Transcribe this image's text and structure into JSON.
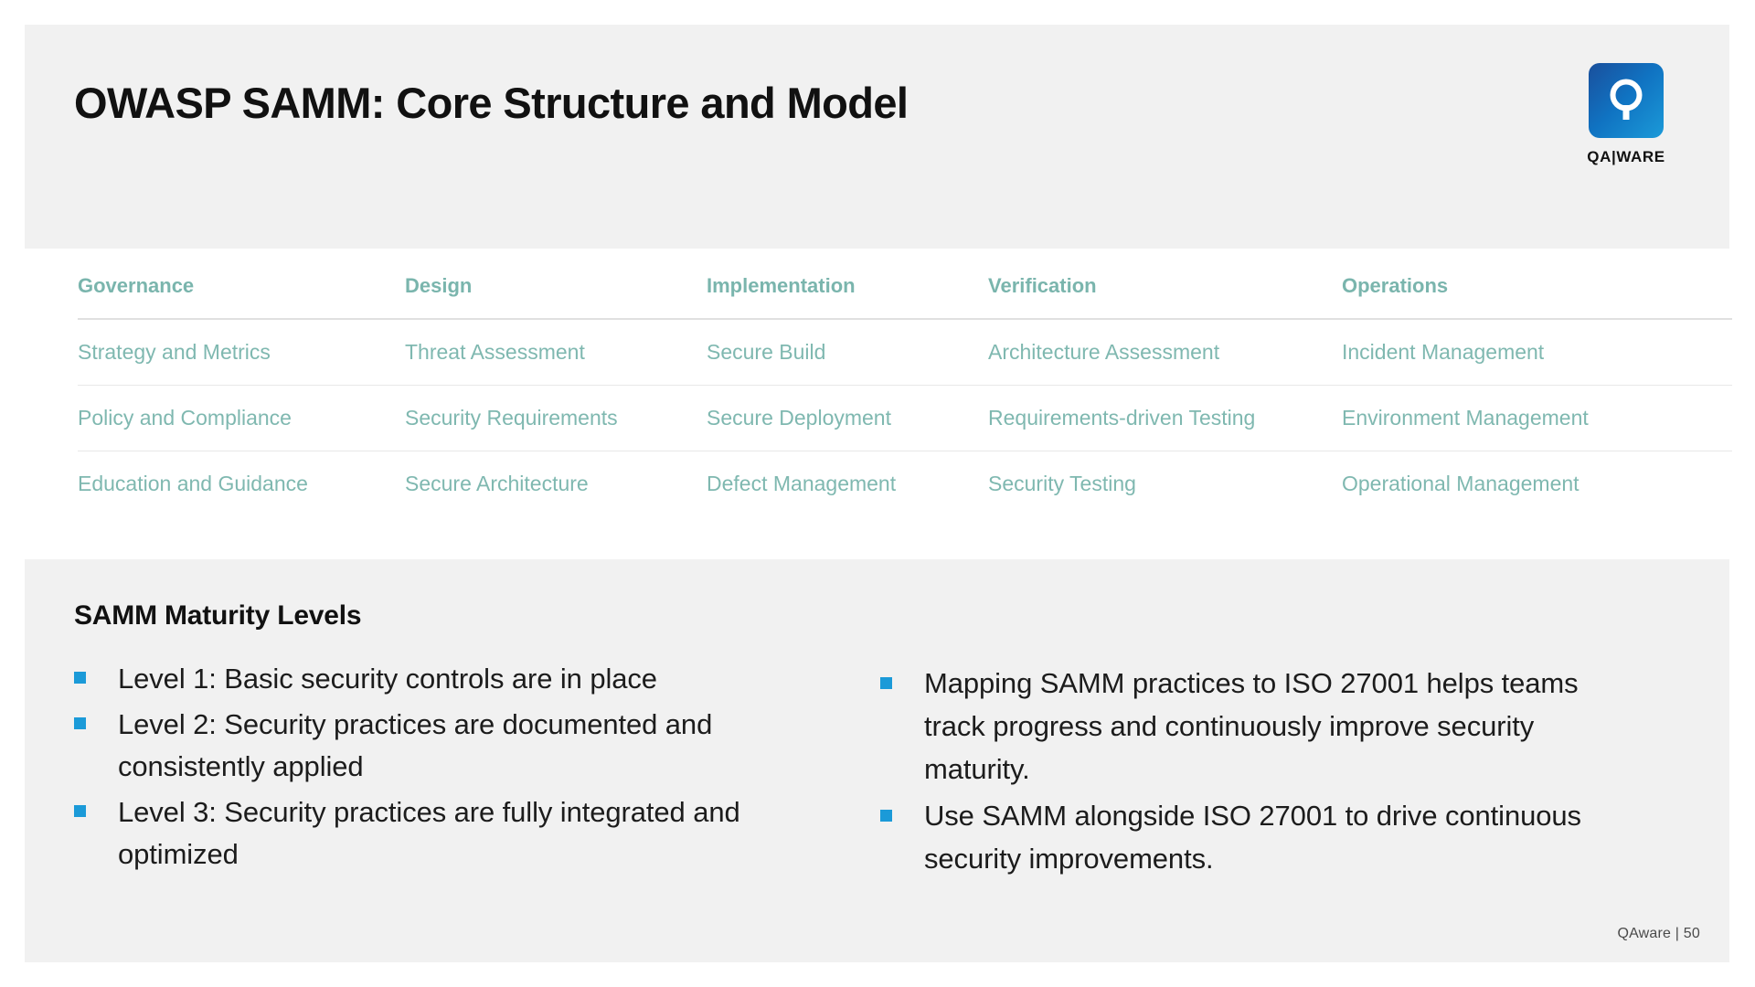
{
  "header": {
    "title": "OWASP SAMM: Core Structure and Model",
    "logo": {
      "icon_name": "qaware-q-logo-icon",
      "wordmark": "QA|WARE",
      "brand_color": "#1b9ad8"
    }
  },
  "matrix": {
    "accent_color": "#7fb8b0",
    "columns": [
      "Governance",
      "Design",
      "Implementation",
      "Verification",
      "Operations"
    ],
    "rows": [
      [
        "Strategy and Metrics",
        "Threat Assessment",
        "Secure Build",
        "Architecture Assessment",
        "Incident Management"
      ],
      [
        "Policy and Compliance",
        "Security Requirements",
        "Secure Deployment",
        "Requirements-driven Testing",
        "Environment Management"
      ],
      [
        "Education and Guidance",
        "Secure Architecture",
        "Defect Management",
        "Security Testing",
        "Operational Management"
      ]
    ]
  },
  "maturity": {
    "heading": "SAMM Maturity Levels",
    "bullet_color": "#1b9ad8",
    "left_bullets": [
      "Level 1: Basic security controls are in place",
      "Level 2: Security practices are documented and consistently applied",
      "Level 3: Security practices are fully integrated and optimized"
    ],
    "right_bullets": [
      "Mapping SAMM practices to ISO 27001 helps teams track progress and continuously improve security maturity.",
      "Use SAMM alongside ISO 27001 to drive continuous security improvements."
    ]
  },
  "footer": {
    "note": "QAware | 50"
  }
}
